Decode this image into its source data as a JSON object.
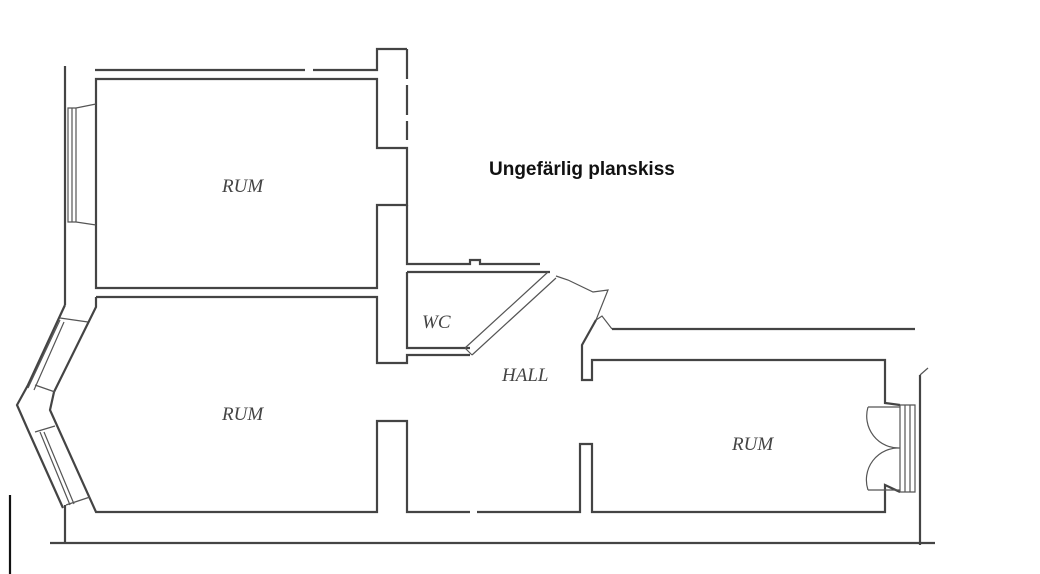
{
  "title": "Ungefärlig planskiss",
  "rooms": [
    {
      "label": "RUM"
    },
    {
      "label": "RUM"
    },
    {
      "label": "WC"
    },
    {
      "label": "HALL"
    },
    {
      "label": "RUM"
    }
  ]
}
